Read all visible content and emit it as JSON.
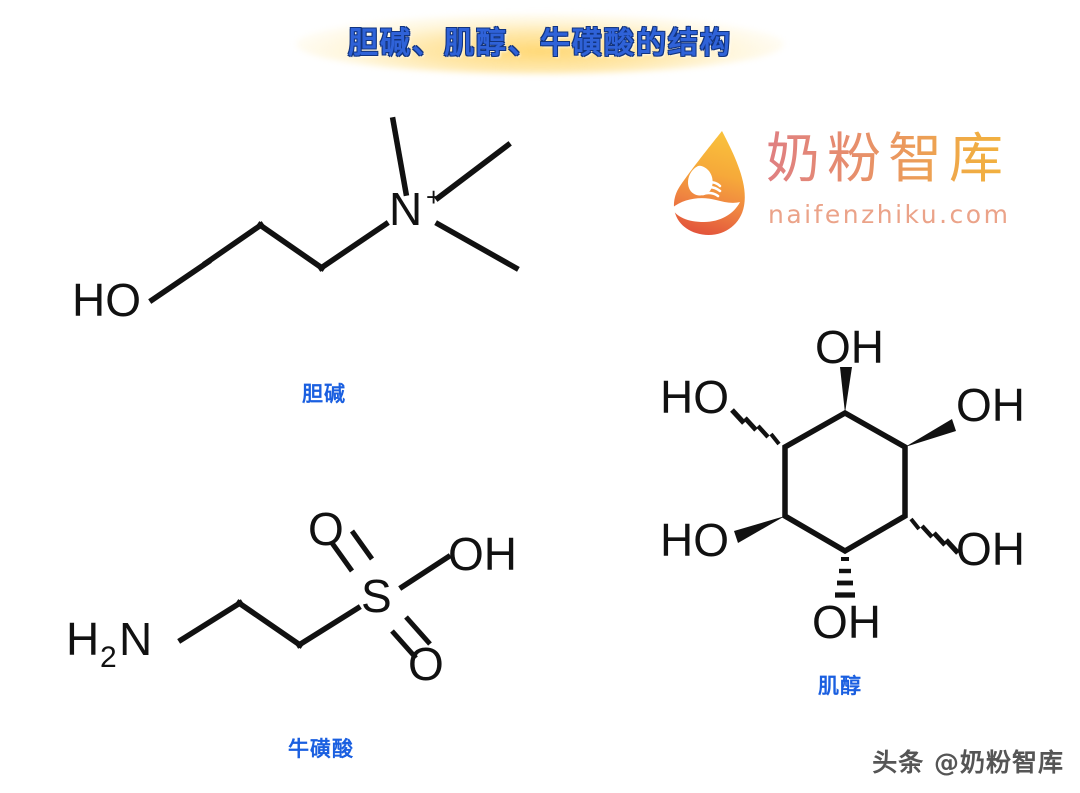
{
  "page": {
    "title": "胆碱、肌醇、牛磺酸的结构",
    "background_color": "#ffffff",
    "title_color": "#2f62d8",
    "title_glow_color": "#ffd66e",
    "caption_color": "#1a5fe0"
  },
  "logo": {
    "mark_name": "droplet-baby-hand-icon",
    "brand_cn": "奶粉智库",
    "domain": "naifenzhiku.com",
    "brand_gradient_start": "#df7f82",
    "brand_gradient_end": "#f2b23e",
    "domain_color": "#eba389",
    "mark_gradient_start": "#f7b733",
    "mark_gradient_end": "#e2583c"
  },
  "watermark": {
    "text": "头条 @奶粉智库",
    "color": "#3e3e3e"
  },
  "structures": [
    {
      "id": "choline",
      "caption": "胆碱",
      "formula_labels": [
        "HO",
        "N",
        "+"
      ],
      "description": "HO-CH2-CH2-N+(CH3)3"
    },
    {
      "id": "inositol",
      "caption": "肌醇",
      "formula_labels": [
        "OH",
        "HO",
        "OH",
        "HO",
        "OH",
        "OH"
      ],
      "description": "cyclohexane ring with six hydroxyl groups"
    },
    {
      "id": "taurine",
      "caption": "牛磺酸",
      "formula_labels": [
        "H",
        "2",
        "N",
        "O",
        "S",
        "O",
        "OH"
      ],
      "description": "H2N-CH2-CH2-SO3H"
    }
  ],
  "choline": {
    "label_ho": "HO",
    "label_n": "N",
    "label_charge": "+",
    "caption": "胆碱"
  },
  "taurine": {
    "label_h": "H",
    "label_h_sub": "2",
    "label_n": "N",
    "label_s": "S",
    "label_o_top": "O",
    "label_o_bottom": "O",
    "label_oh": "OH",
    "caption": "牛磺酸"
  },
  "inositol": {
    "label_top": "OH",
    "label_upper_left": "HO",
    "label_upper_right": "OH",
    "label_lower_left": "HO",
    "label_lower_right": "OH",
    "label_bottom": "OH",
    "caption": "肌醇"
  }
}
